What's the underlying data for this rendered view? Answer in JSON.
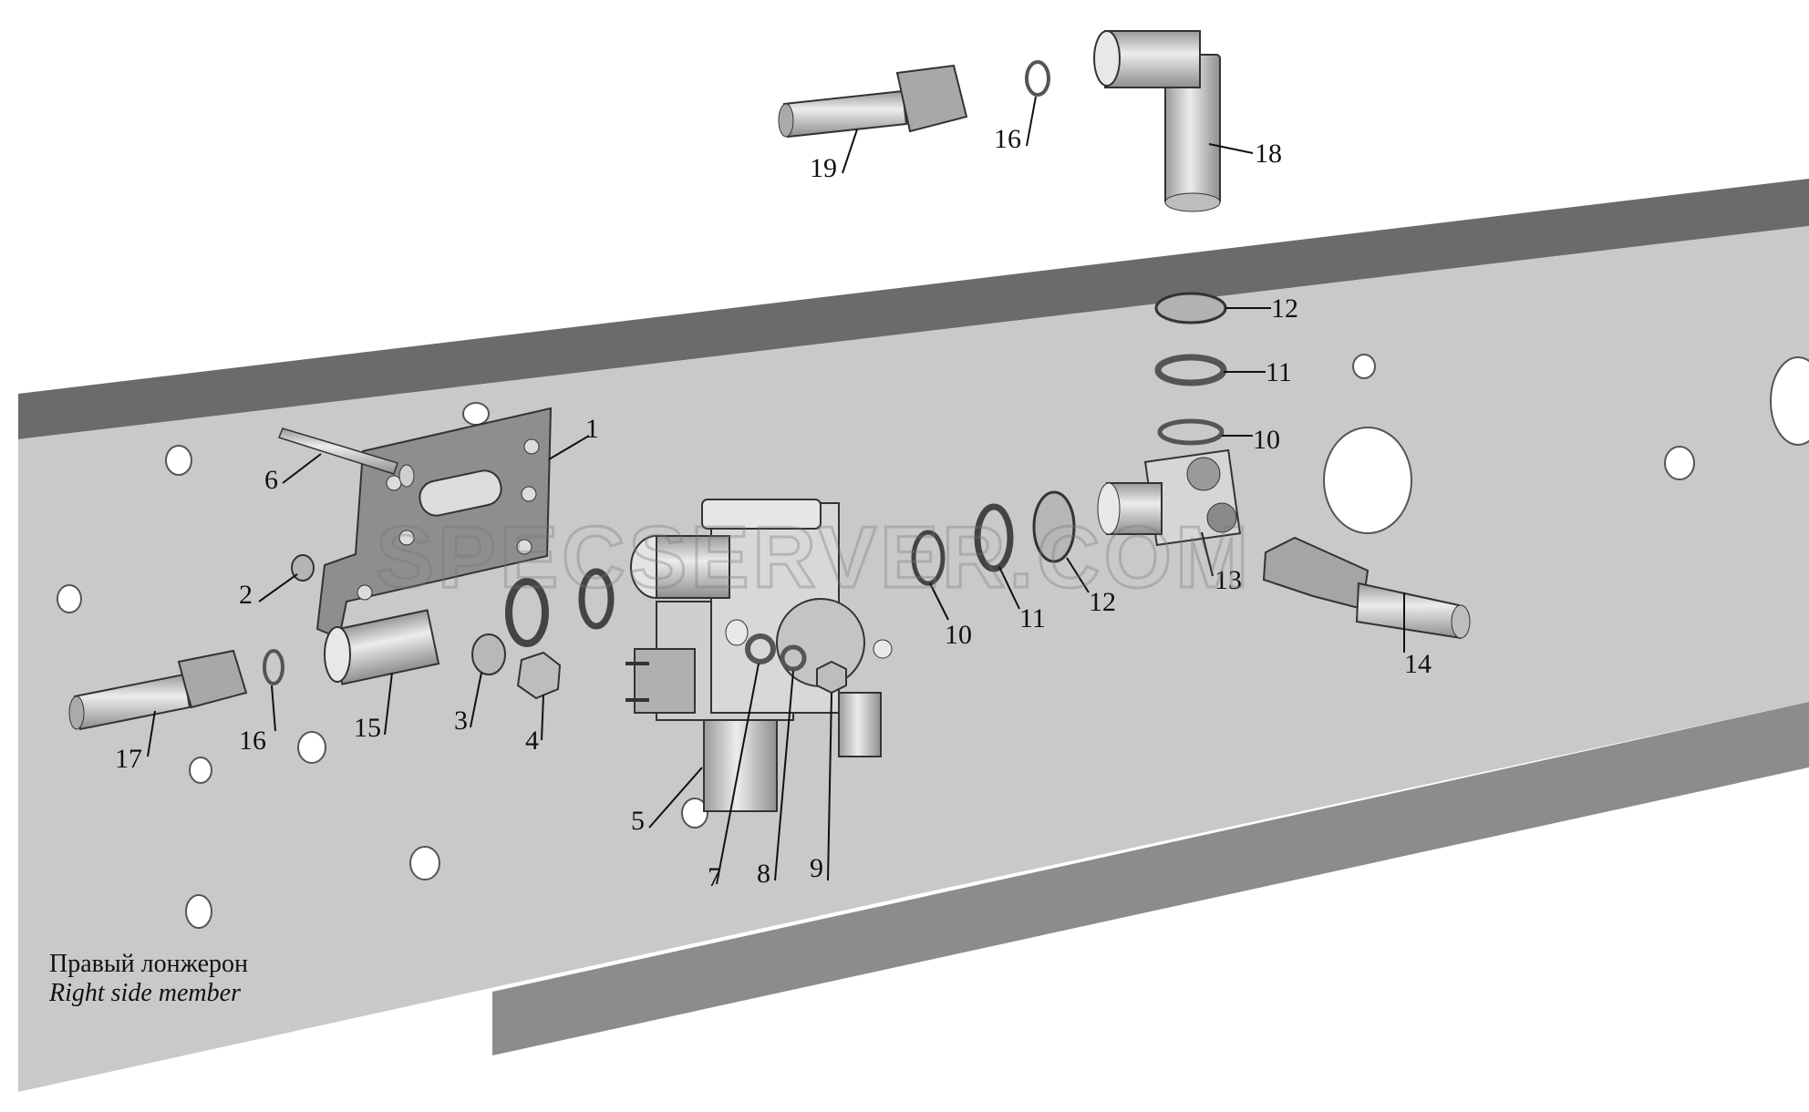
{
  "diagram": {
    "callouts": [
      {
        "id": "c1",
        "text": "1"
      },
      {
        "id": "c2",
        "text": "2"
      },
      {
        "id": "c3",
        "text": "3"
      },
      {
        "id": "c4",
        "text": "4"
      },
      {
        "id": "c5",
        "text": "5"
      },
      {
        "id": "c6",
        "text": "6"
      },
      {
        "id": "c7",
        "text": "7"
      },
      {
        "id": "c8",
        "text": "8"
      },
      {
        "id": "c9",
        "text": "9"
      },
      {
        "id": "c10a",
        "text": "10"
      },
      {
        "id": "c10b",
        "text": "10"
      },
      {
        "id": "c11a",
        "text": "11"
      },
      {
        "id": "c11b",
        "text": "11"
      },
      {
        "id": "c12a",
        "text": "12"
      },
      {
        "id": "c12b",
        "text": "12"
      },
      {
        "id": "c13",
        "text": "13"
      },
      {
        "id": "c14",
        "text": "14"
      },
      {
        "id": "c15",
        "text": "15"
      },
      {
        "id": "c16a",
        "text": "16"
      },
      {
        "id": "c16b",
        "text": "16"
      },
      {
        "id": "c17",
        "text": "17"
      },
      {
        "id": "c18",
        "text": "18"
      },
      {
        "id": "c19",
        "text": "19"
      }
    ],
    "caption": {
      "ru": "Правый лонжерон",
      "en": "Right side member"
    },
    "watermark": "SPECSERVER.COM"
  },
  "colors": {
    "frame_top": "#6b6b6b",
    "frame_face": "#c8c8c8",
    "frame_bottom": "#8a8a8a",
    "part_light": "#d6d6d6",
    "part_dark": "#9a9a9a"
  }
}
